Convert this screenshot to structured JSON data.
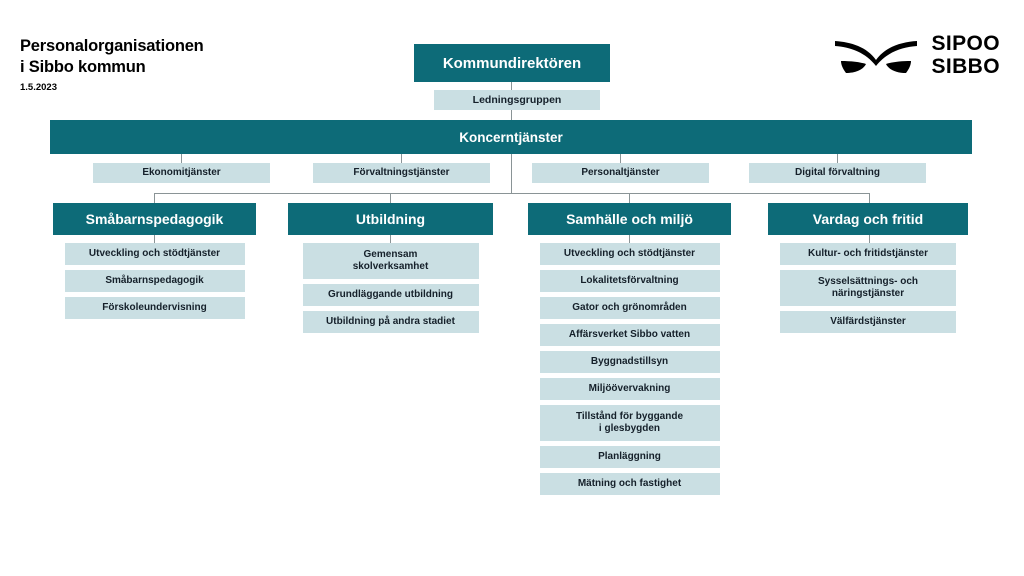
{
  "header": {
    "title": "Personalorganisationen\ni Sibbo kommun",
    "date": "1.5.2023",
    "logo_text": "SIPOO\nSIBBO",
    "logo_icon": "sipoo-sibbo-wings-logo"
  },
  "colors": {
    "dark_teal": "#0d6b78",
    "light_blue": "#cadfe3",
    "connector": "#8a9496",
    "background": "#ffffff",
    "text_dark": "#15202a"
  },
  "chart": {
    "top": {
      "director": "Kommundirektören",
      "management_group": "Ledningsgruppen"
    },
    "corporate": {
      "label": "Koncerntjänster",
      "children": [
        "Ekonomitjänster",
        "Förvaltningstjänster",
        "Personaltjänster",
        "Digital förvaltning"
      ]
    },
    "departments": [
      {
        "label": "Småbarnspedagogik",
        "children": [
          "Utveckling och stödtjänster",
          "Småbarnspedagogik",
          "Förskoleundervisning"
        ]
      },
      {
        "label": "Utbildning",
        "children": [
          "Gemensam\nskolverksamhet",
          "Grundläggande utbildning",
          "Utbildning på andra stadiet"
        ]
      },
      {
        "label": "Samhälle och miljö",
        "children": [
          "Utveckling och stödtjänster",
          "Lokalitetsförvaltning",
          "Gator och grönområden",
          "Affärsverket Sibbo vatten",
          "Byggnadstillsyn",
          "Miljöövervakning",
          "Tillstånd för byggande\ni glesbygden",
          "Planläggning",
          "Mätning och fastighet"
        ]
      },
      {
        "label": "Vardag och fritid",
        "children": [
          "Kultur- och fritidstjänster",
          "Sysselsättnings- och\nnäringstjänster",
          "Välfärdstjänster"
        ]
      }
    ]
  }
}
